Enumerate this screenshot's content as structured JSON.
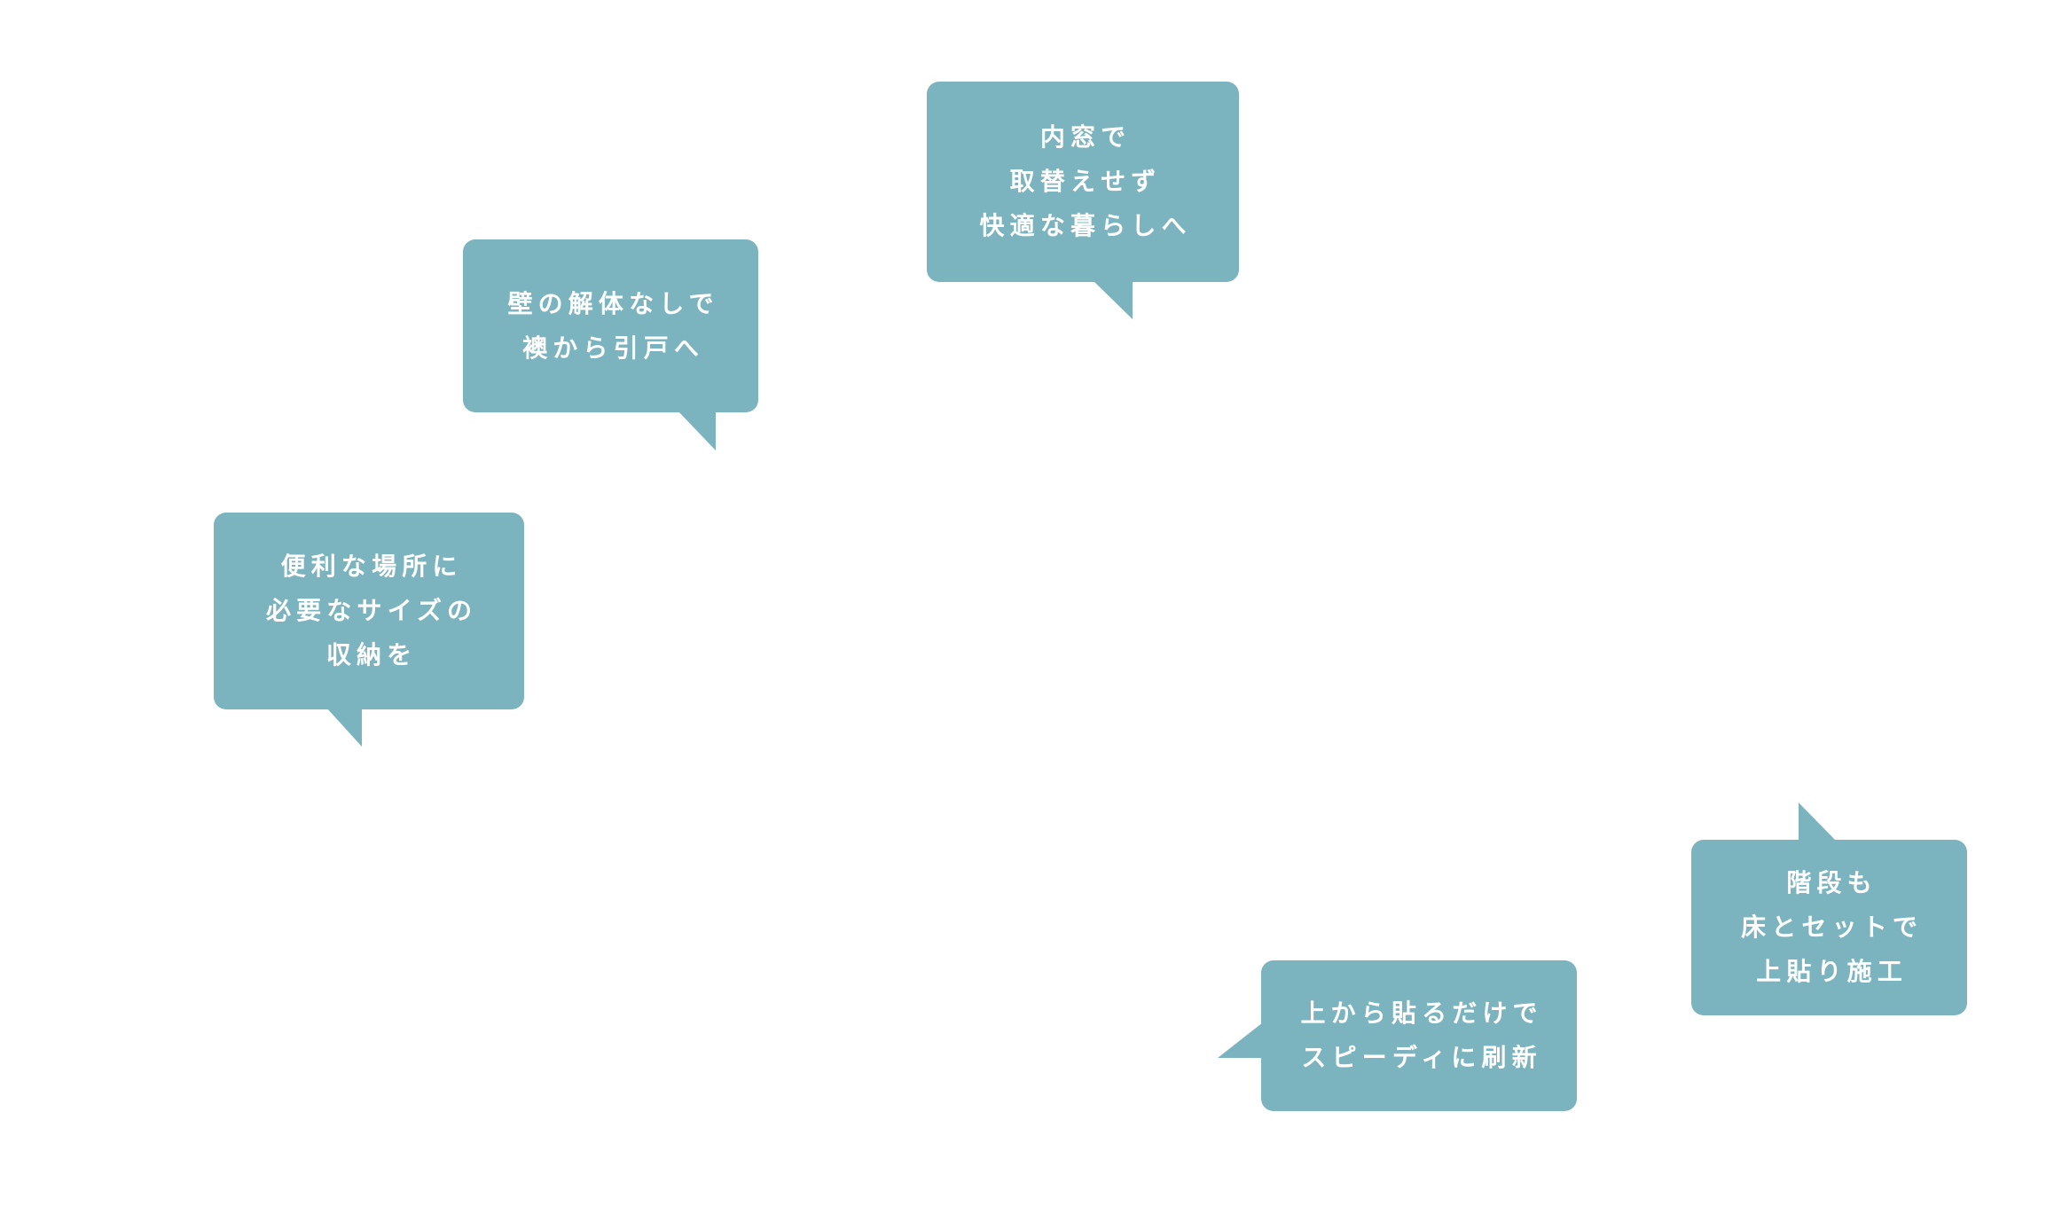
{
  "accent_color": "#7bb4bf",
  "bubbles": [
    {
      "id": "inner-window",
      "lines": [
        "内窓で",
        "取替えせず",
        "快適な暮らしへ"
      ],
      "tail": "bottom"
    },
    {
      "id": "sliding-door",
      "lines": [
        "壁の解体なしで",
        "襖から引戸へ"
      ],
      "tail": "bottom"
    },
    {
      "id": "storage",
      "lines": [
        "便利な場所に",
        "必要なサイズの",
        "収納を"
      ],
      "tail": "bottom"
    },
    {
      "id": "stairs",
      "lines": [
        "階段も",
        "床とセットで",
        "上貼り施工"
      ],
      "tail": "top"
    },
    {
      "id": "overlay",
      "lines": [
        "上から貼るだけで",
        "スピーディに刷新"
      ],
      "tail": "left"
    }
  ]
}
